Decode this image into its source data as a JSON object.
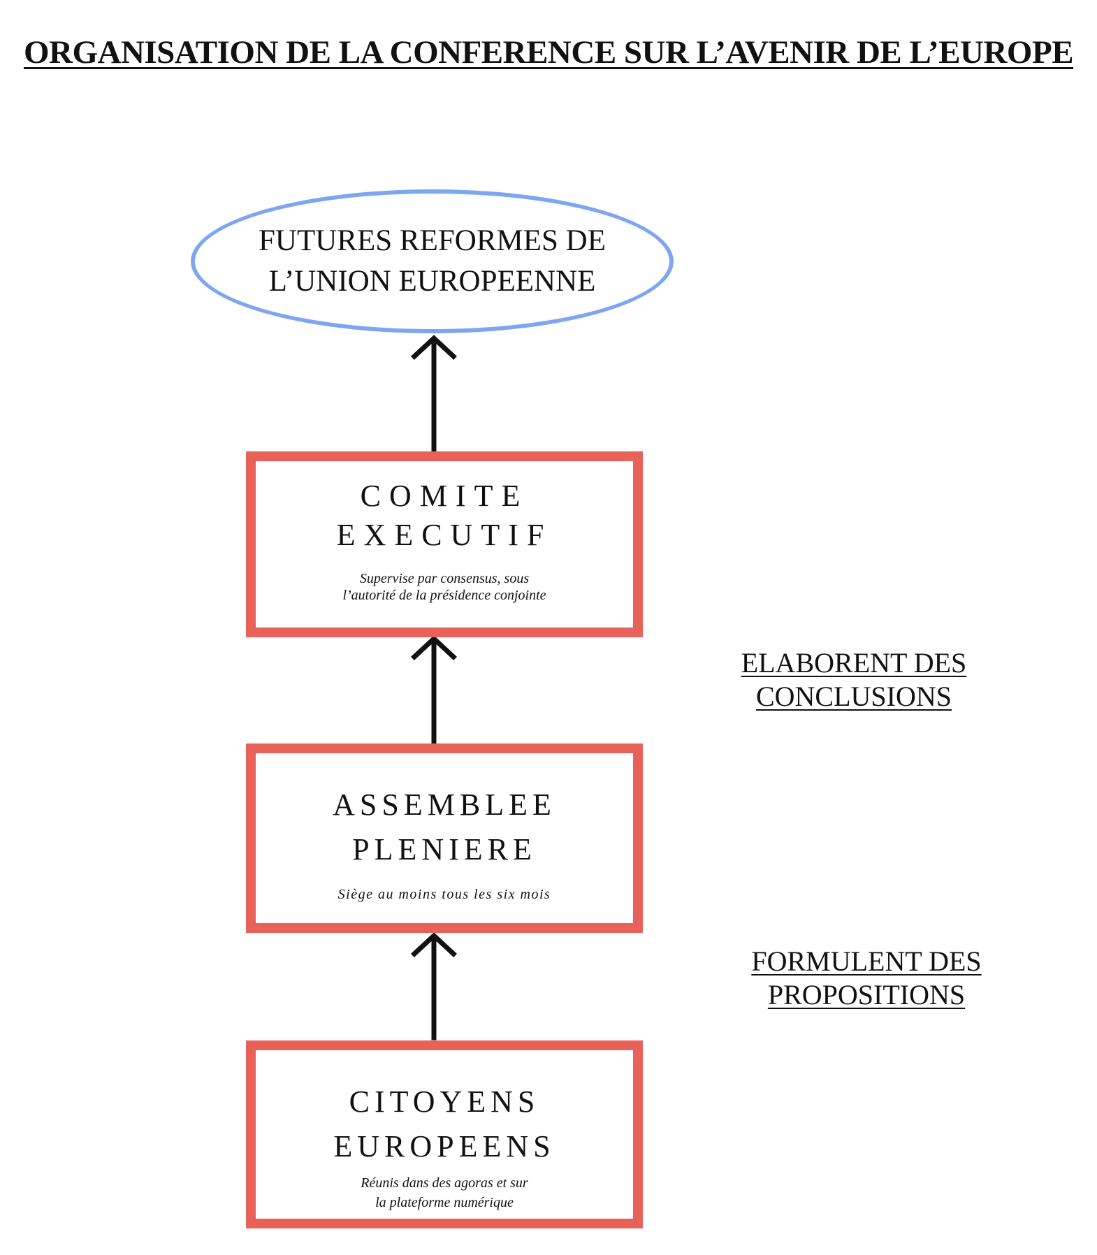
{
  "title": "ORGANISATION DE LA CONFERENCE SUR L’AVENIR DE L’EUROPE",
  "goal": {
    "line1": "FUTURES REFORMES DE",
    "line2": "L’UNION EUROPEENNE"
  },
  "boxes": {
    "comite": {
      "line1": "COMITE",
      "line2": "EXECUTIF",
      "sub1": "Supervise par consensus, sous",
      "sub2": "l’autorité de la présidence conjointe"
    },
    "assemblee": {
      "line1": "ASSEMBLEE",
      "line2": "PLENIERE",
      "sub1": "Siège au moins tous les six mois"
    },
    "citoyens": {
      "line1": "CITOYENS",
      "line2": "EUROPEENS",
      "sub1": "Réunis dans des agoras et sur",
      "sub2": "la plateforme numérique"
    }
  },
  "side_labels": {
    "conclusions": {
      "line1": "ELABORENT DES",
      "line2": "CONCLUSIONS"
    },
    "propositions": {
      "line1": "FORMULENT DES",
      "line2": "PROPOSITIONS"
    }
  },
  "colors": {
    "box_border": "#e8625a",
    "ellipse_border": "#7ea6f0",
    "arrow": "#111111"
  }
}
